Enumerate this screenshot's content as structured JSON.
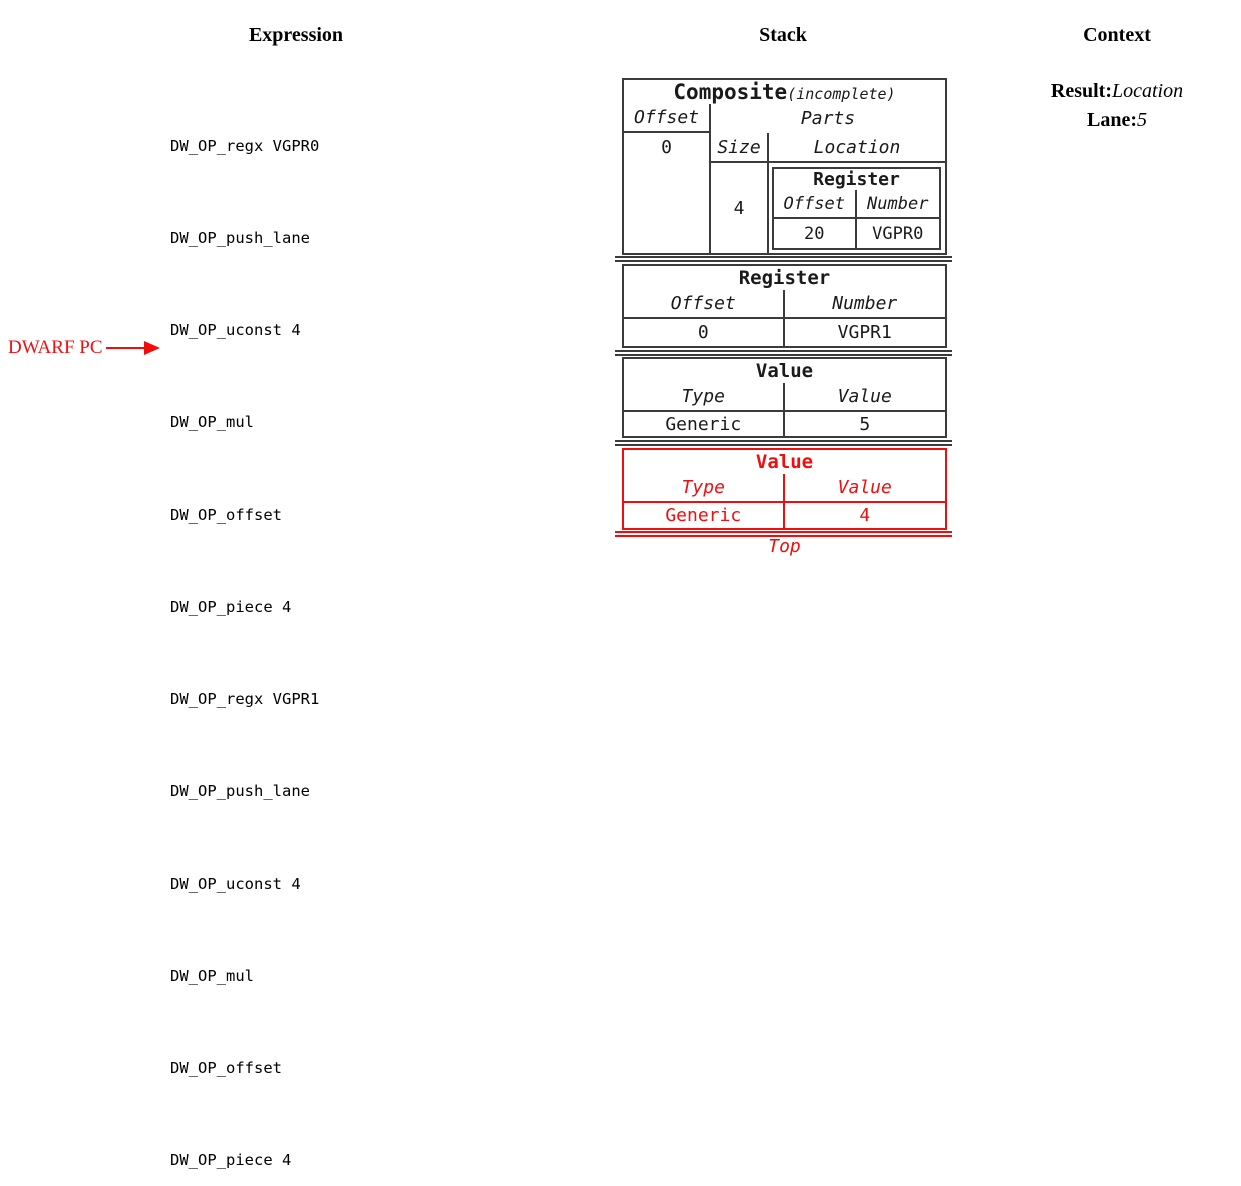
{
  "columns": {
    "expression_title": "Expression",
    "stack_title": "Stack",
    "context_title": "Context"
  },
  "expression": {
    "instructions": [
      "DW_OP_regx VGPR0",
      "DW_OP_push_lane",
      "DW_OP_uconst 4",
      "DW_OP_mul",
      "DW_OP_offset",
      "DW_OP_piece 4",
      "DW_OP_regx VGPR1",
      "DW_OP_push_lane",
      "DW_OP_uconst 4",
      "DW_OP_mul",
      "DW_OP_offset",
      "DW_OP_piece 4"
    ],
    "pc_label": "DWARF PC",
    "pc_points_to_instruction_index": 9
  },
  "stack": {
    "entries": [
      {
        "kind": "composite",
        "title": "Composite",
        "qualifier": "(incomplete)",
        "offset_header": "Offset",
        "offset_value": "0",
        "parts_header": "Parts",
        "size_header": "Size",
        "location_header": "Location",
        "parts": [
          {
            "size": "4",
            "location": {
              "title": "Register",
              "col1": "Offset",
              "col2": "Number",
              "val1": "20",
              "val2": "VGPR0"
            }
          }
        ]
      },
      {
        "kind": "register",
        "title": "Register",
        "col1": "Offset",
        "col2": "Number",
        "val1": "0",
        "val2": "VGPR1"
      },
      {
        "kind": "value",
        "title": "Value",
        "col1": "Type",
        "col2": "Value",
        "val1": "Generic",
        "val2": "5"
      },
      {
        "kind": "value",
        "title": "Value",
        "col1": "Type",
        "col2": "Value",
        "val1": "Generic",
        "val2": "4",
        "highlighted": true
      }
    ],
    "top_label": "Top"
  },
  "context": {
    "result_label": "Result:",
    "result_value": "Location",
    "lane_label": "Lane:",
    "lane_value": "5"
  },
  "colors": {
    "accent_red": "#f20d0d",
    "border_dark": "#3b3b3b",
    "background": "#ffffff"
  }
}
